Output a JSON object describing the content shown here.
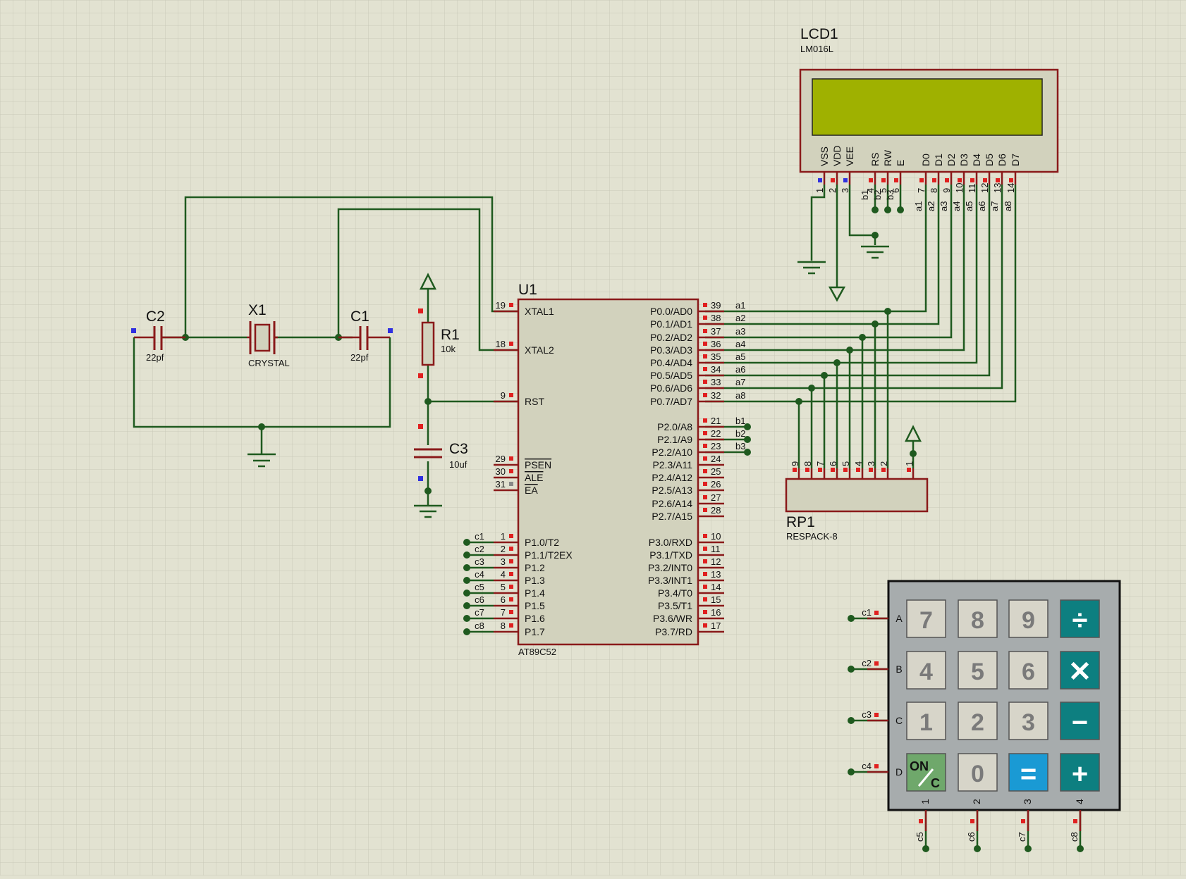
{
  "colors": {
    "background": "#e2e2d1",
    "grid": "#c9c9b9",
    "wire": "#1f5a1f",
    "component_border": "#8a1a1a",
    "component_body": "#d2d2bd",
    "lcd_screen": "#9fb100",
    "pin_red": "#e02020",
    "pin_blue": "#3030e0",
    "keypad_body": "#a7acad",
    "key_gray": "#d7d5c9",
    "key_teal": "#0d7f80",
    "key_blue": "#1a9ad4",
    "key_green": "#6fa86b"
  },
  "lcd": {
    "ref": "LCD1",
    "part": "LM016L",
    "pins": [
      {
        "num": "1",
        "name": "VSS"
      },
      {
        "num": "2",
        "name": "VDD"
      },
      {
        "num": "3",
        "name": "VEE"
      },
      {
        "num": "4",
        "name": "RS"
      },
      {
        "num": "5",
        "name": "RW"
      },
      {
        "num": "6",
        "name": "E"
      },
      {
        "num": "7",
        "name": "D0"
      },
      {
        "num": "8",
        "name": "D1"
      },
      {
        "num": "9",
        "name": "D2"
      },
      {
        "num": "10",
        "name": "D3"
      },
      {
        "num": "11",
        "name": "D4"
      },
      {
        "num": "12",
        "name": "D5"
      },
      {
        "num": "13",
        "name": "D6"
      },
      {
        "num": "14",
        "name": "D7"
      }
    ],
    "ctrl_nets": [
      "b1",
      "b2",
      "b3"
    ],
    "data_nets": [
      "a1",
      "a2",
      "a3",
      "a4",
      "a5",
      "a6",
      "a7",
      "a8"
    ]
  },
  "mcu": {
    "ref": "U1",
    "part": "AT89C52",
    "left_pins": [
      {
        "num": "19",
        "name": "XTAL1"
      },
      {
        "num": "18",
        "name": "XTAL2"
      },
      {
        "num": "9",
        "name": "RST"
      },
      {
        "num": "29",
        "name": "PSEN"
      },
      {
        "num": "30",
        "name": "ALE"
      },
      {
        "num": "31",
        "name": "EA"
      },
      {
        "num": "1",
        "name": "P1.0/T2",
        "net": "c1"
      },
      {
        "num": "2",
        "name": "P1.1/T2EX",
        "net": "c2"
      },
      {
        "num": "3",
        "name": "P1.2",
        "net": "c3"
      },
      {
        "num": "4",
        "name": "P1.3",
        "net": "c4"
      },
      {
        "num": "5",
        "name": "P1.4",
        "net": "c5"
      },
      {
        "num": "6",
        "name": "P1.5",
        "net": "c6"
      },
      {
        "num": "7",
        "name": "P1.6",
        "net": "c7"
      },
      {
        "num": "8",
        "name": "P1.7",
        "net": "c8"
      }
    ],
    "right_pins": [
      {
        "num": "39",
        "name": "P0.0/AD0",
        "net": "a1"
      },
      {
        "num": "38",
        "name": "P0.1/AD1",
        "net": "a2"
      },
      {
        "num": "37",
        "name": "P0.2/AD2",
        "net": "a3"
      },
      {
        "num": "36",
        "name": "P0.3/AD3",
        "net": "a4"
      },
      {
        "num": "35",
        "name": "P0.4/AD4",
        "net": "a5"
      },
      {
        "num": "34",
        "name": "P0.5/AD5",
        "net": "a6"
      },
      {
        "num": "33",
        "name": "P0.6/AD6",
        "net": "a7"
      },
      {
        "num": "32",
        "name": "P0.7/AD7",
        "net": "a8"
      },
      {
        "num": "21",
        "name": "P2.0/A8",
        "net": "b1"
      },
      {
        "num": "22",
        "name": "P2.1/A9",
        "net": "b2"
      },
      {
        "num": "23",
        "name": "P2.2/A10",
        "net": "b3"
      },
      {
        "num": "24",
        "name": "P2.3/A11"
      },
      {
        "num": "25",
        "name": "P2.4/A12"
      },
      {
        "num": "26",
        "name": "P2.5/A13"
      },
      {
        "num": "27",
        "name": "P2.6/A14"
      },
      {
        "num": "28",
        "name": "P2.7/A15"
      },
      {
        "num": "10",
        "name": "P3.0/RXD"
      },
      {
        "num": "11",
        "name": "P3.1/TXD"
      },
      {
        "num": "12",
        "name": "P3.2/INT0"
      },
      {
        "num": "13",
        "name": "P3.3/INT1"
      },
      {
        "num": "14",
        "name": "P3.4/T0"
      },
      {
        "num": "15",
        "name": "P3.5/T1"
      },
      {
        "num": "16",
        "name": "P3.6/WR"
      },
      {
        "num": "17",
        "name": "P3.7/RD"
      }
    ]
  },
  "c2": {
    "ref": "C2",
    "value": "22pf"
  },
  "c1": {
    "ref": "C1",
    "value": "22pf"
  },
  "x1": {
    "ref": "X1",
    "value": "CRYSTAL"
  },
  "r1": {
    "ref": "R1",
    "value": "10k"
  },
  "c3": {
    "ref": "C3",
    "value": "10uf"
  },
  "rp1": {
    "ref": "RP1",
    "part": "RESPACK-8",
    "pins": [
      "9",
      "8",
      "7",
      "6",
      "5",
      "4",
      "3",
      "2",
      "1"
    ]
  },
  "keypad": {
    "rows": [
      "A",
      "B",
      "C",
      "D"
    ],
    "cols": [
      "1",
      "2",
      "3",
      "4"
    ],
    "row_nets": [
      "c1",
      "c2",
      "c3",
      "c4"
    ],
    "col_nets": [
      "c5",
      "c6",
      "c7",
      "c8"
    ],
    "keys": [
      {
        "label": "7",
        "style": "gray"
      },
      {
        "label": "8",
        "style": "gray"
      },
      {
        "label": "9",
        "style": "gray"
      },
      {
        "label": "÷",
        "style": "teal"
      },
      {
        "label": "4",
        "style": "gray"
      },
      {
        "label": "5",
        "style": "gray"
      },
      {
        "label": "6",
        "style": "gray"
      },
      {
        "label": "✕",
        "style": "teal"
      },
      {
        "label": "1",
        "style": "gray"
      },
      {
        "label": "2",
        "style": "gray"
      },
      {
        "label": "3",
        "style": "gray"
      },
      {
        "label": "−",
        "style": "teal"
      },
      {
        "label": "ON/C",
        "style": "green"
      },
      {
        "label": "0",
        "style": "gray"
      },
      {
        "label": "=",
        "style": "blue"
      },
      {
        "label": "+",
        "style": "teal"
      }
    ]
  }
}
